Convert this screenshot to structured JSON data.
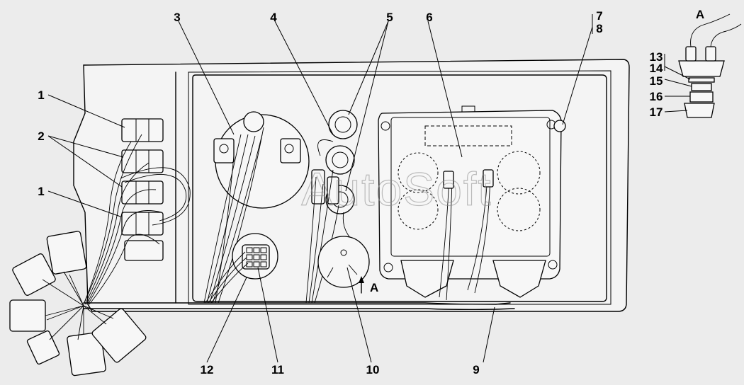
{
  "watermark": "AutoSoft",
  "view_label": "A",
  "arrow_label": "A",
  "callouts": [
    {
      "id": "c1a",
      "text": "1"
    },
    {
      "id": "c2",
      "text": "2"
    },
    {
      "id": "c1b",
      "text": "1"
    },
    {
      "id": "c3",
      "text": "3"
    },
    {
      "id": "c4",
      "text": "4"
    },
    {
      "id": "c5",
      "text": "5"
    },
    {
      "id": "c6",
      "text": "6"
    },
    {
      "id": "c7",
      "text": "7"
    },
    {
      "id": "c8",
      "text": "8"
    },
    {
      "id": "c9",
      "text": "9"
    },
    {
      "id": "c10",
      "text": "10"
    },
    {
      "id": "c11",
      "text": "11"
    },
    {
      "id": "c12",
      "text": "12"
    },
    {
      "id": "c13",
      "text": "13"
    },
    {
      "id": "c14",
      "text": "14"
    },
    {
      "id": "c15",
      "text": "15"
    },
    {
      "id": "c16",
      "text": "16"
    },
    {
      "id": "c17",
      "text": "17"
    }
  ]
}
